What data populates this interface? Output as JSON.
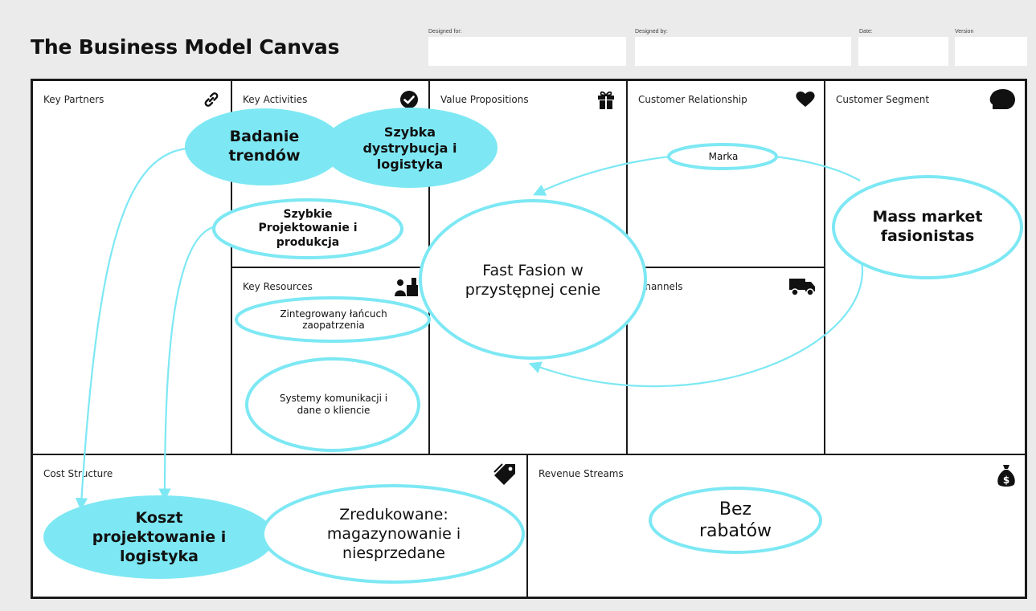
{
  "title": "The Business Model Canvas",
  "meta": {
    "designed_for": "Designed for:",
    "designed_by": "Designed by:",
    "date": "Date:",
    "version": "Version"
  },
  "sections": {
    "key_partners": "Key Partners",
    "key_activities": "Key Activities",
    "value_propositions": "Value Propositions",
    "customer_relationship": "Customer Relationship",
    "customer_segment": "Customer Segment",
    "key_resources": "Key Resources",
    "channels": "Channels",
    "cost_structure": "Cost Structure",
    "revenue_streams": "Revenue Streams"
  },
  "notes": {
    "badanie": "Badanie trendów",
    "szybka": "Szybka dystrybucja i logistyka",
    "szybkie": "Szybkie Projektowanie i produkcja",
    "zintegrowany": "Zintegrowany łańcuch zaopatrzenia",
    "systemy": "Systemy komunikacji i dane o kliencie",
    "fast_fashion": "Fast Fasion w przystępnej cenie",
    "marka": "Marka",
    "mass_market": "Mass market fasionistas",
    "koszt": "Koszt projektowanie i logistyka",
    "zredukowane": "Zredukowane: magazynowanie i niesprzedane",
    "bez_rabatow": "Bez rabatów"
  },
  "colors": {
    "accent": "#7de8f4",
    "border": "#1a1a1a",
    "background": "#ebebeb"
  },
  "icons": {
    "key_partners": "link-icon",
    "key_activities": "check-circle-icon",
    "value_propositions": "gift-icon",
    "customer_relationship": "heart-icon",
    "customer_segment": "head-icon",
    "key_resources": "resources-icon",
    "channels": "truck-icon",
    "cost_structure": "tag-icon",
    "revenue_streams": "money-bag-icon"
  }
}
